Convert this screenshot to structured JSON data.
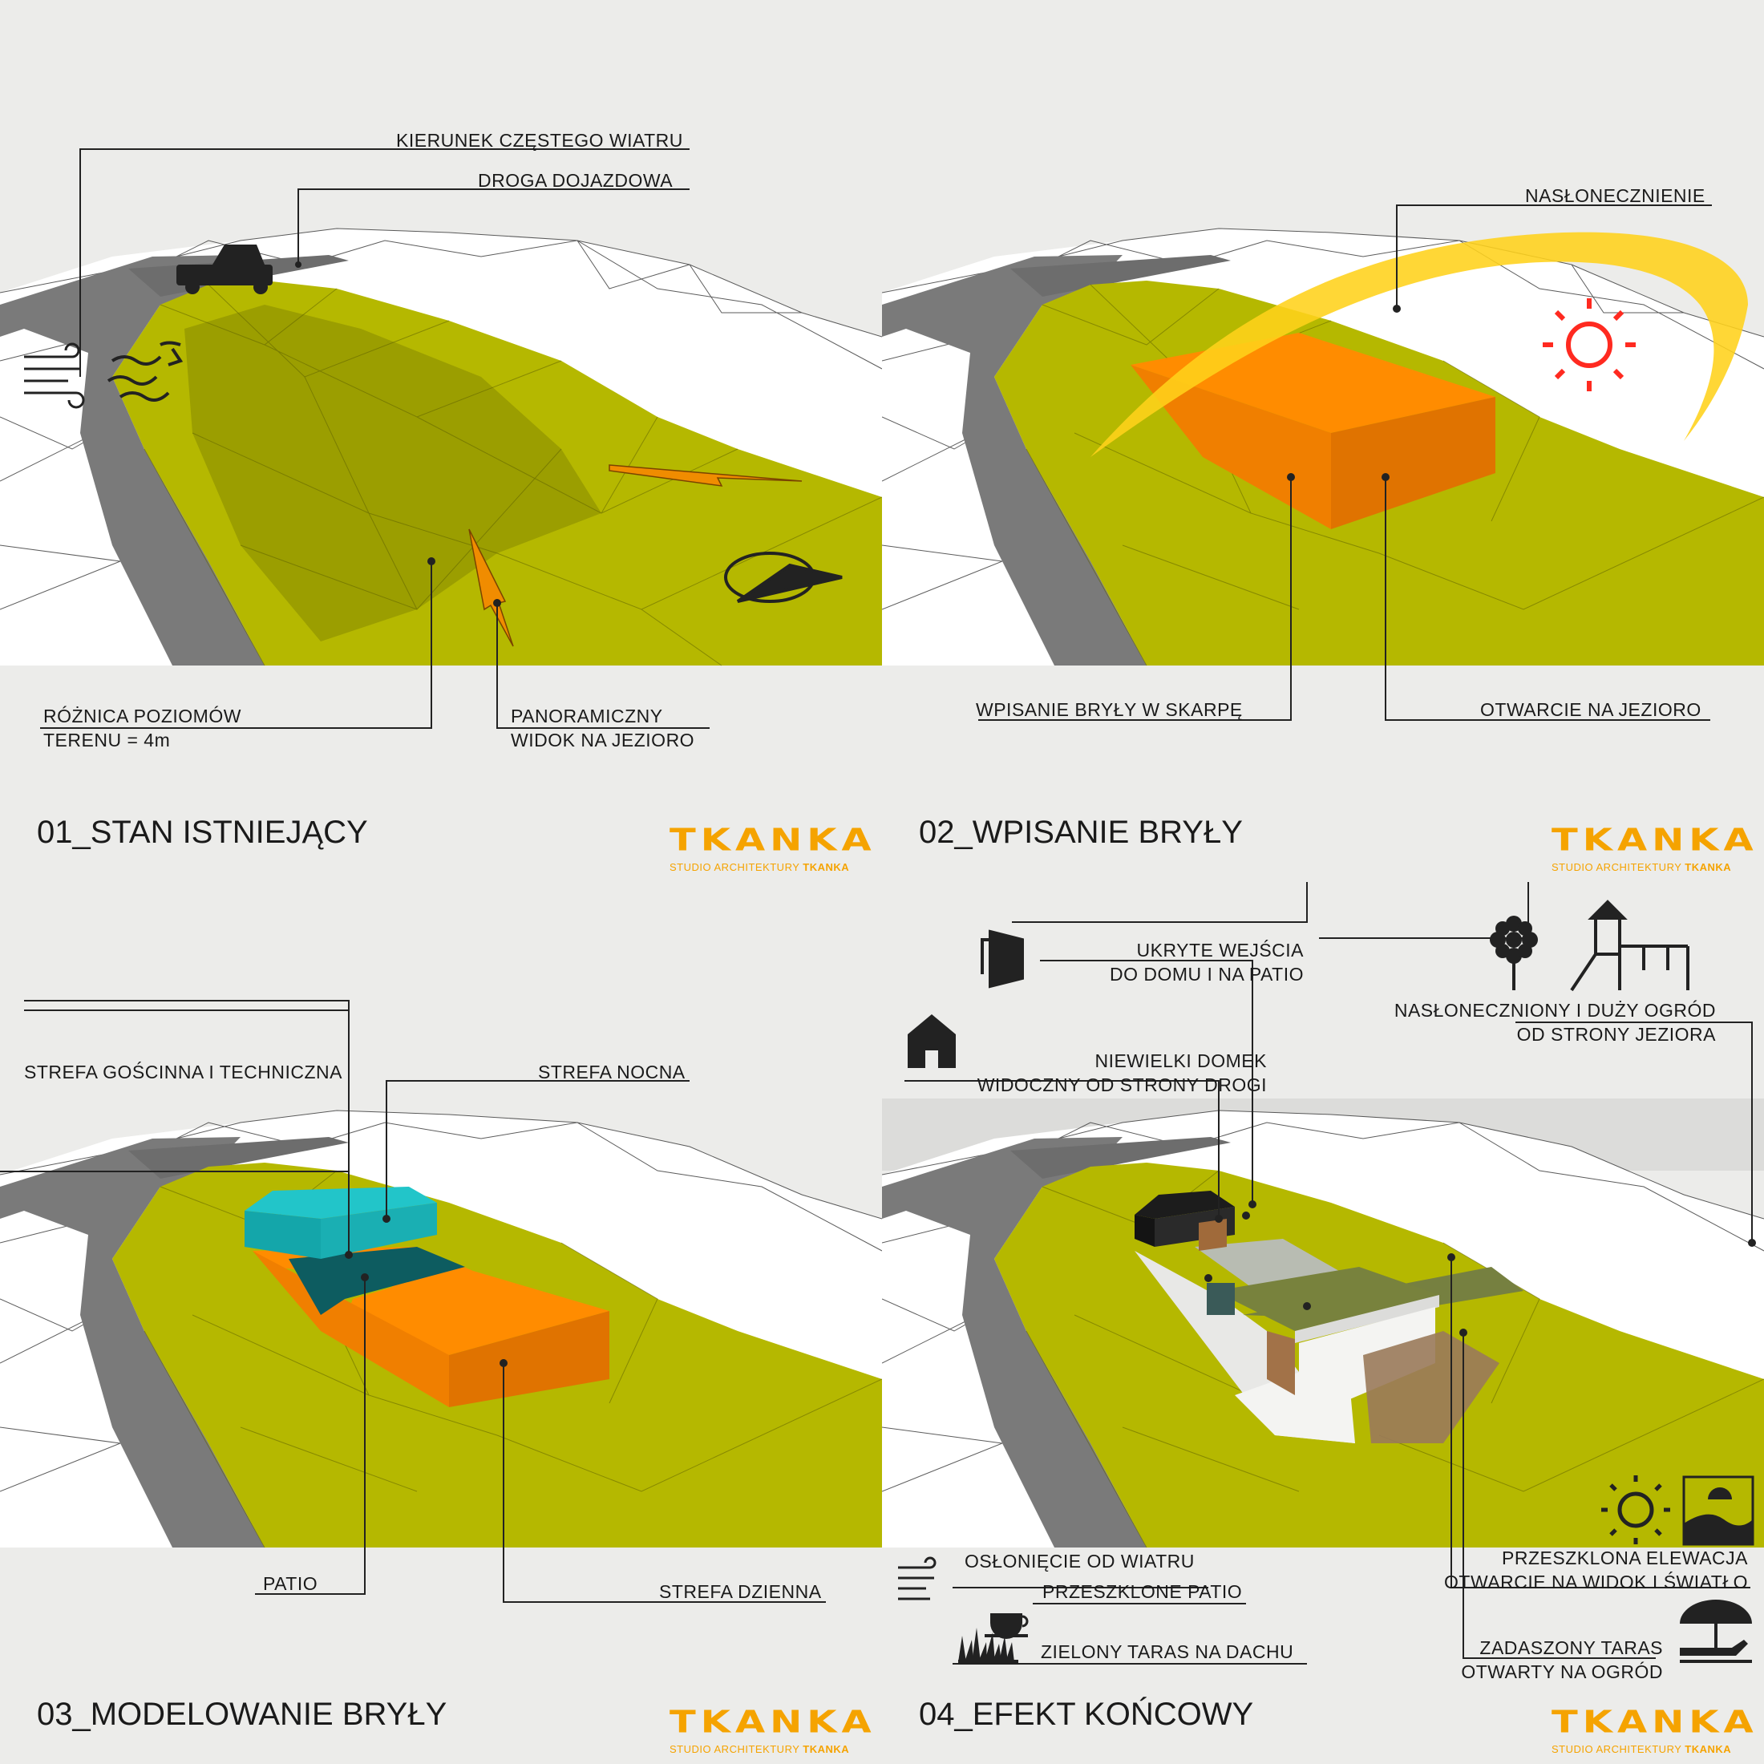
{
  "panels": [
    {
      "title": "01_STAN ISTNIEJĄCY",
      "labels": {
        "wind": "KIERUNEK CZĘSTEGO WIATRU",
        "road": "DROGA DOJAZDOWA",
        "level_1": "RÓŻNICA POZIOMÓW",
        "level_2": "TERENU = 4m",
        "view_1": "PANORAMICZNY",
        "view_2": "WIDOK NA JEZIORO"
      }
    },
    {
      "title": "02_WPISANIE BRYŁY",
      "labels": {
        "sun": "NASŁONECZNIENIE",
        "fit": "WPISANIE BRYŁY W SKARPĘ",
        "lake": "OTWARCIE NA JEZIORO"
      }
    },
    {
      "title": "03_MODELOWANIE BRYŁY",
      "labels": {
        "guest": "STREFA GOŚCINNA I TECHNICZNA",
        "night": "STREFA NOCNA",
        "patio": "PATIO",
        "day": "STREFA DZIENNA"
      }
    },
    {
      "title": "04_EFEKT KOŃCOWY",
      "labels": {
        "entry_1": "UKRYTE WEJŚCIA",
        "entry_2": "DO DOMU I NA PATIO",
        "small_1": "NIEWIELKI DOMEK",
        "small_2": "WIDOCZNY OD STRONY DROGI",
        "garden_1": "NASŁONECZNIONY I DUŻY OGRÓD",
        "garden_2": "OD STRONY JEZIORA",
        "wind": "OSŁONIĘCIE OD WIATRU",
        "patio": "PRZESZKLONE PATIO",
        "roof": "ZIELONY TARAS NA DACHU",
        "glass_1": "PRZESZKLONA ELEWACJA",
        "glass_2": "OTWARCIE NA WIDOK I ŚWIATŁO",
        "terrace_1": "ZADASZONY TARAS",
        "terrace_2": "OTWARTY NA OGRÓD"
      }
    }
  ],
  "logo": {
    "mark": "TKANKA",
    "sub_prefix": "STUDIO ARCHITEKTURY ",
    "sub_bold": "TKANKA"
  },
  "colors": {
    "terrain": "#b5b800",
    "terrain_dark": "#a3a600",
    "road": "#7a7a7a",
    "volume": "#ff8c00",
    "volume_side": "#ee7a00",
    "teal": "#1aafb3",
    "sun": "#ffd21a",
    "sun_icon": "#ff2a20",
    "accent": "#f5a300"
  },
  "icons": [
    "car-icon",
    "wind-icon",
    "wind-arrow-icon",
    "view-arrow-icon",
    "compass-icon",
    "sun-icon",
    "door-icon",
    "house-icon",
    "flower-icon",
    "playground-icon",
    "cup-icon",
    "grass-icon",
    "umbrella-lounger-icon",
    "landscape-icon"
  ]
}
